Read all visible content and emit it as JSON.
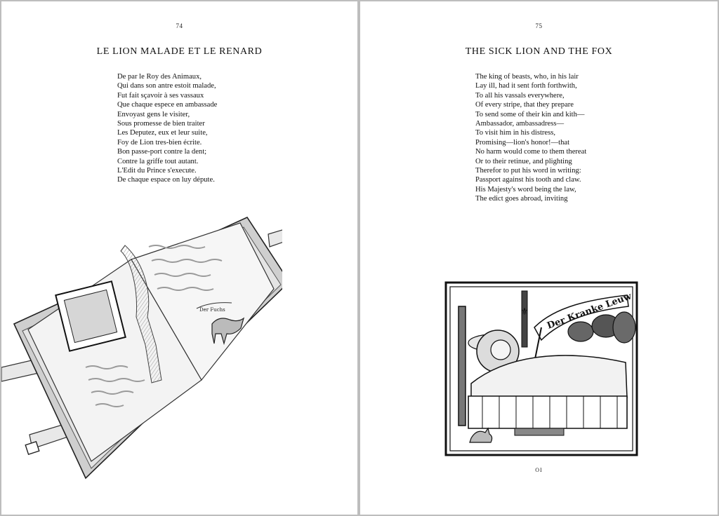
{
  "left_page": {
    "page_number": "74",
    "title": "LE LION MALADE ET LE RENARD",
    "lines": [
      "De par le Roy des Animaux,",
      "Qui dans son antre estoit malade,",
      "Fut fait sçavoir à ses vassaux",
      "Que chaque espece en ambassade",
      "Envoyast gens le visiter,",
      "Sous promesse de bien traiter",
      "Les Deputez, eux et leur suite,",
      "Foy de Lion tres-bien écrite.",
      "Bon passe-port contre la dent;",
      "Contre la griffe tout autant.",
      "L'Edit du Prince s'execute.",
      "De chaque espace on luy députe."
    ],
    "illustration": {
      "icon": "open-book-drawing",
      "banner_text": "Der Fuchs"
    }
  },
  "right_page": {
    "page_number": "75",
    "title": "THE SICK LION AND THE FOX",
    "lines": [
      "The king of beasts, who, in his lair",
      "Lay ill, had it sent forth forthwith,",
      "To all his vassals everywhere,",
      "Of every stripe, that they prepare",
      "To send some of their kin and kith—",
      "Ambassador, ambassadress—",
      "To visit him in his distress,",
      "Promising—lion's honor!—that",
      "No harm would come to them thereat",
      "Or to their retinue, and plighting",
      "Therefor to put his word in writing:",
      "Passport against his tooth and claw.",
      "His Majesty's word being the law,",
      "The edict goes abroad, inviting"
    ],
    "illustration": {
      "icon": "woodcut-sick-lion-in-bed",
      "banner_text": "Der Kranke Leuw"
    },
    "folio": "OI"
  }
}
